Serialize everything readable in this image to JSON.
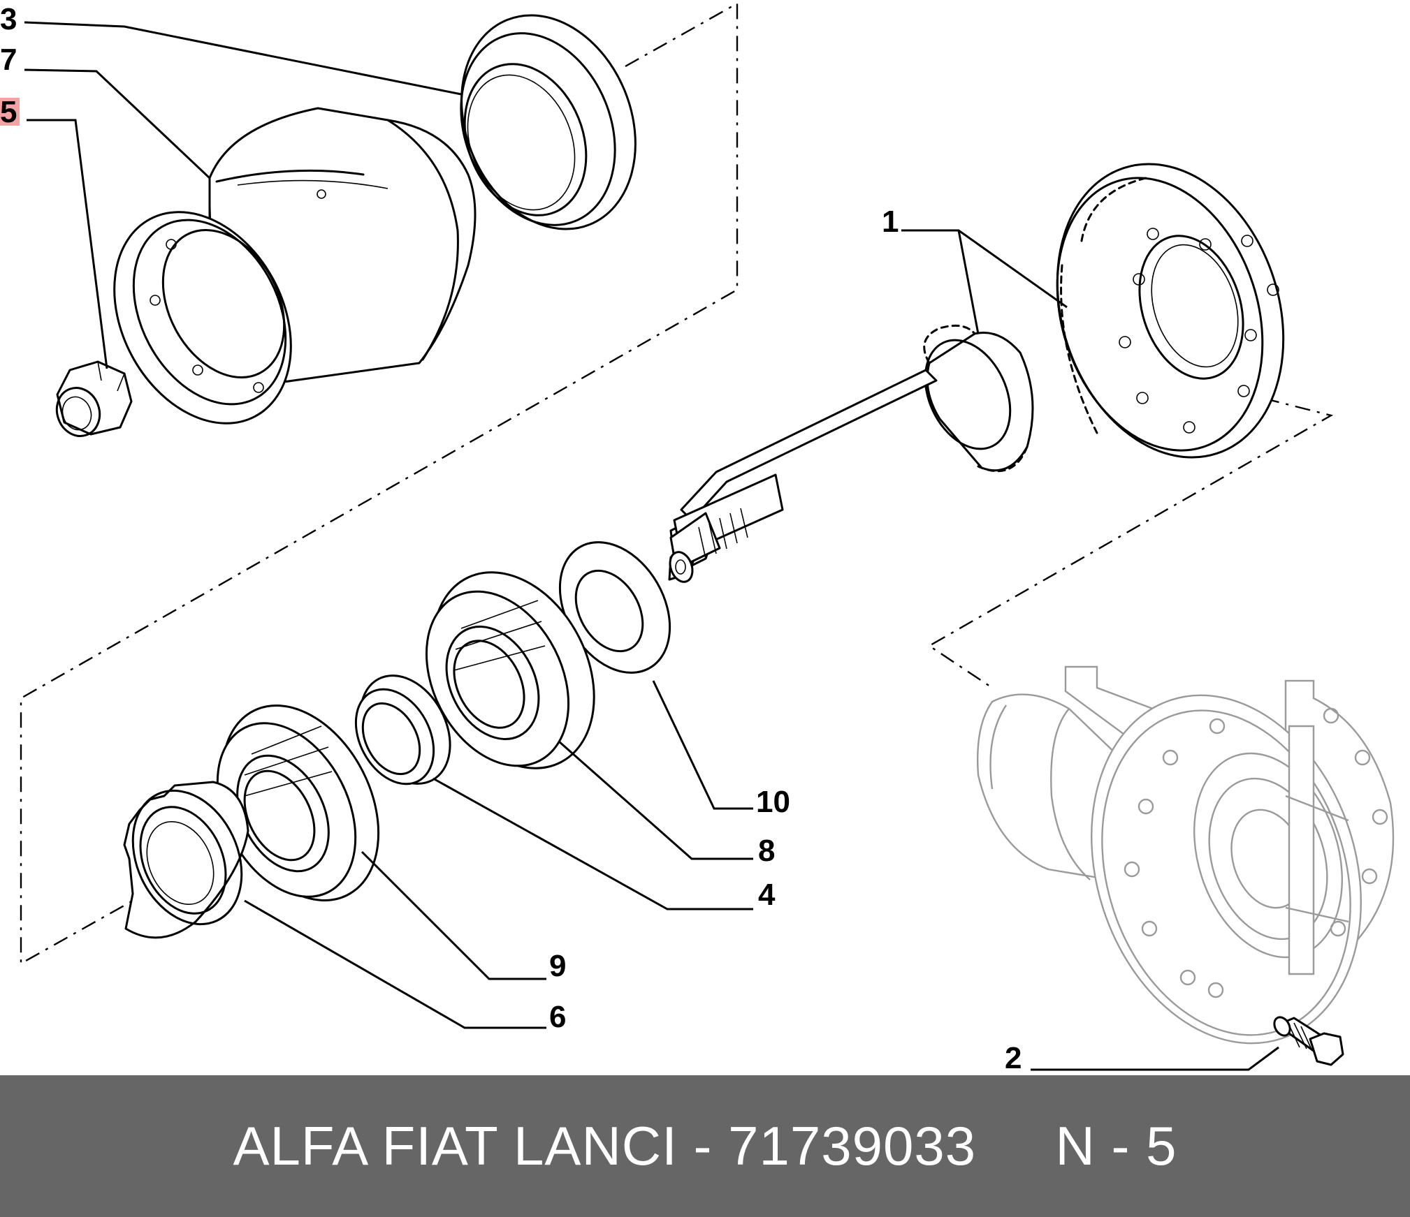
{
  "callouts": {
    "label_1": "1",
    "label_2": "2",
    "label_3": "3",
    "label_4": "4",
    "label_5": "5",
    "label_6": "6",
    "label_7": "7",
    "label_8": "8",
    "label_9": "9",
    "label_10": "10",
    "highlighted": "5",
    "highlight_color": "#f3a3a3"
  },
  "footer": {
    "text": "ALFA FIAT LANCI - 71739033     N - 5",
    "background": "#666666",
    "text_color": "#ffffff"
  }
}
